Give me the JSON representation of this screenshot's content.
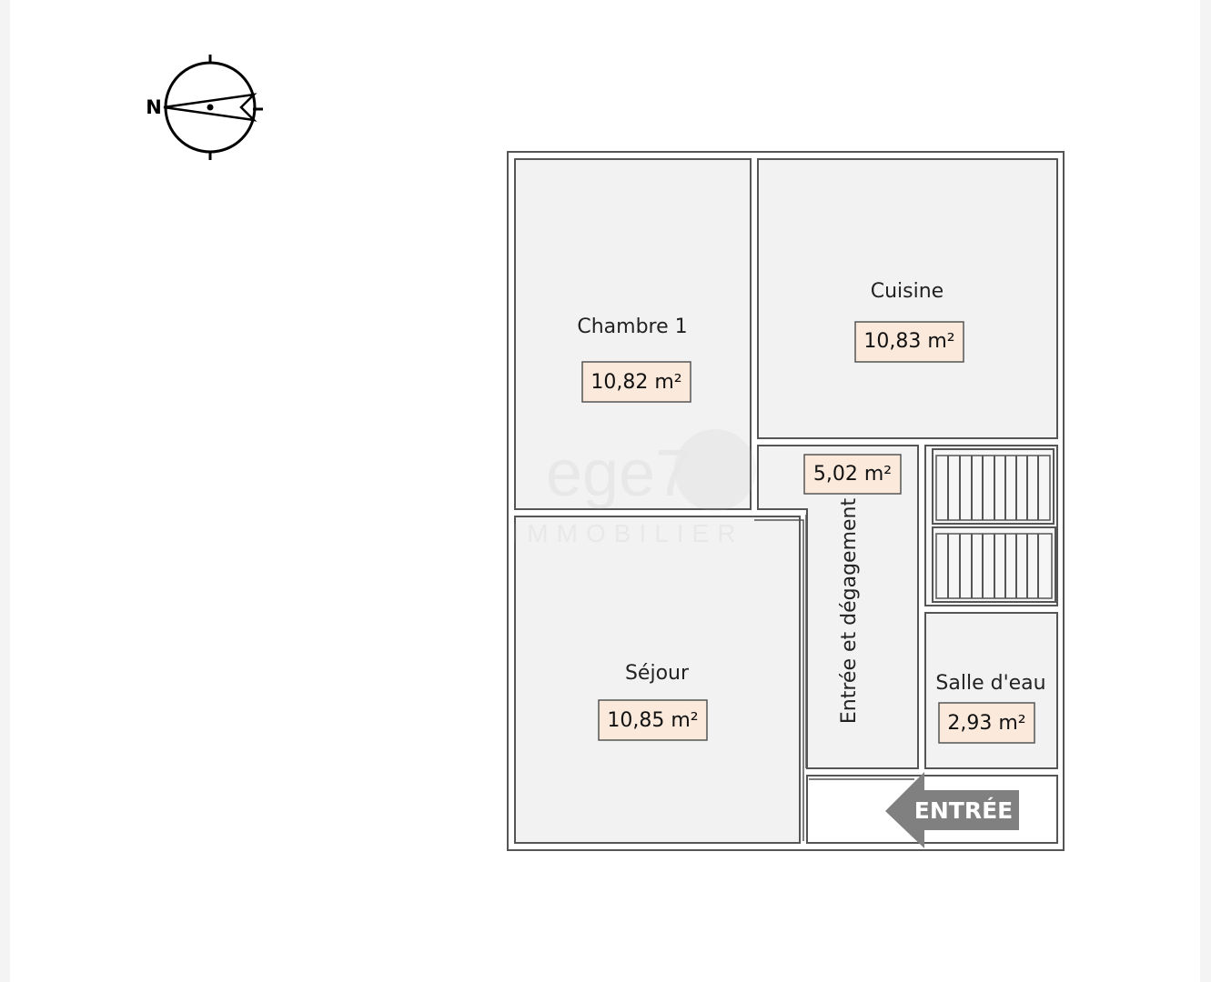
{
  "plan": {
    "rooms": [
      {
        "id": "chambre-1",
        "name": "Chambre 1",
        "area": "10,82 m²"
      },
      {
        "id": "cuisine",
        "name": "Cuisine",
        "area": "10,83 m²"
      },
      {
        "id": "sejour",
        "name": "Séjour",
        "area": "10,85 m²"
      },
      {
        "id": "entree-degagement",
        "name": "Entrée et dégagement",
        "area": "5,02 m²"
      },
      {
        "id": "salle-d-eau",
        "name": "Salle d'eau",
        "area": "2,93 m²"
      }
    ],
    "entry_label": "ENTRÉE",
    "compass_letter": "N"
  },
  "colors": {
    "room_fill": "#f2f2f2",
    "area_box_fill": "#fbe9dc",
    "wall_stroke": "#555555",
    "entry_arrow": "#808080"
  },
  "watermark": {
    "brand": "ege7",
    "subtitle": "IMMOBILIER"
  }
}
